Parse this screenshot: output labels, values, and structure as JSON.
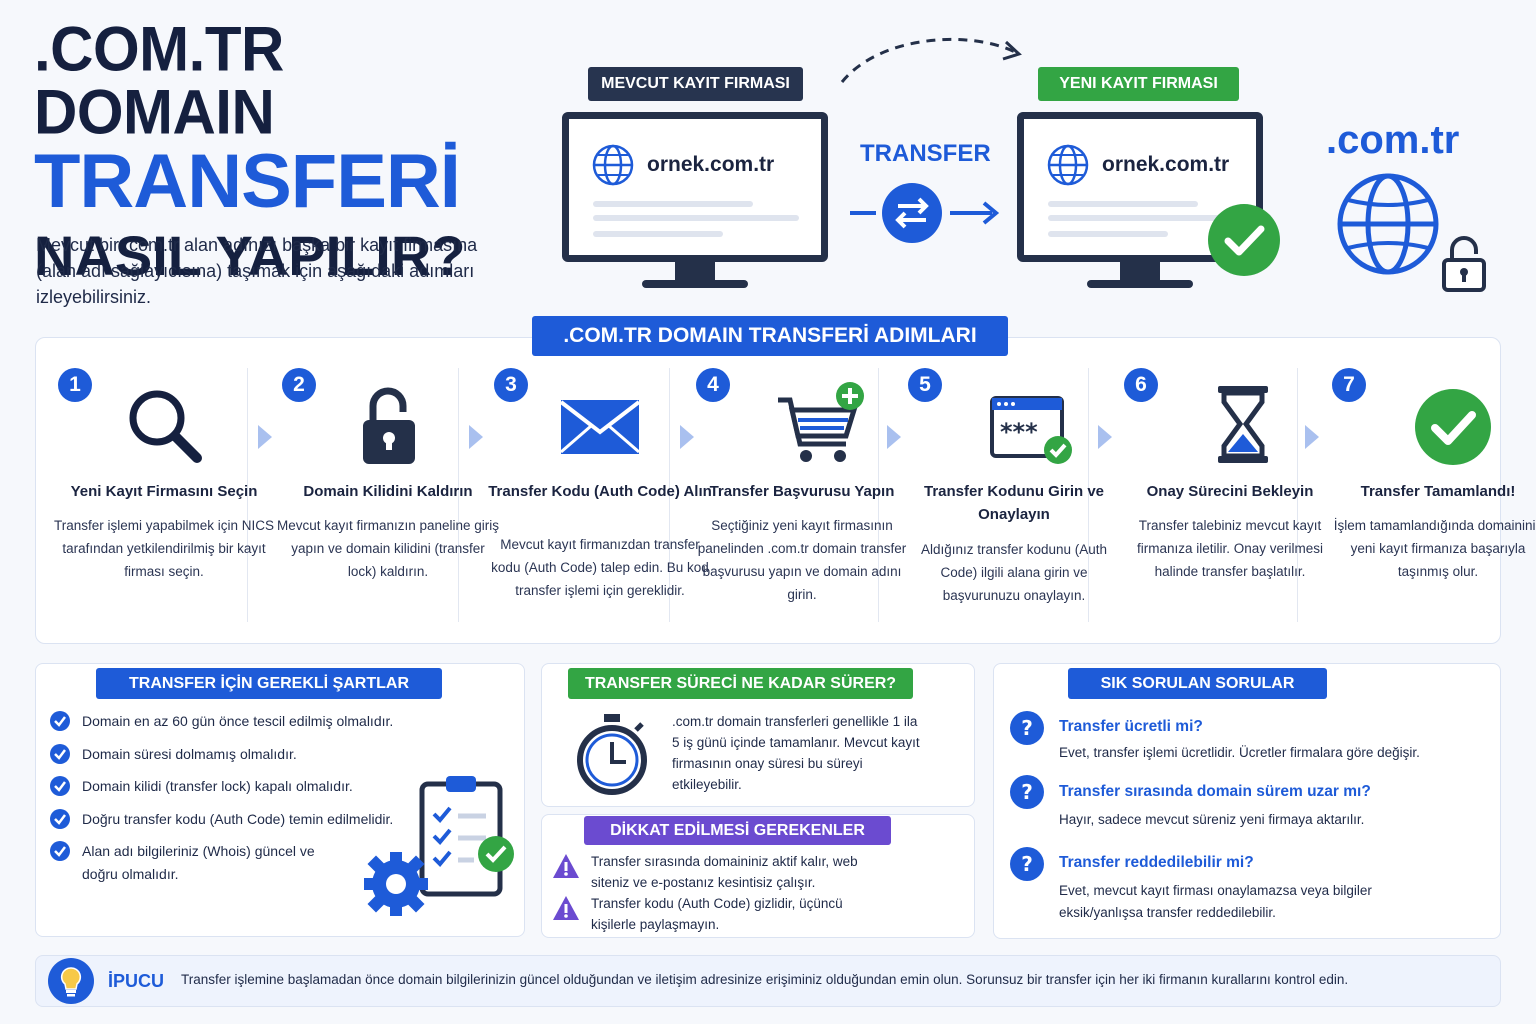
{
  "hero": {
    "line1": ".COM.TR DOMAIN",
    "line2": "TRANSFERİ",
    "line3": "NASIL YAPILIR?",
    "description": "Mevcut bir .com.tr alan adınızı başka bir kayıt firmasına (alan adı sağlayıcısına) taşımak için aşağıdaki adımları izleyebilirsiniz."
  },
  "illustration": {
    "current_registrar": "MEVCUT KAYIT FIRMASI",
    "new_registrar": "YENI KAYIT FIRMASI",
    "domain": "ornek.com.tr",
    "transfer": "TRANSFER",
    "brand": ".com.tr"
  },
  "steps_title": ".COM.TR DOMAIN TRANSFERİ ADIMLARI",
  "steps": [
    {
      "num": "1",
      "title": "Yeni Kayıt Firmasını Seçin",
      "desc": "Transfer işlemi yapabilmek için NICS tarafından yetkilendirilmiş bir kayıt firması seçin.",
      "icon": "search-icon"
    },
    {
      "num": "2",
      "title": "Domain Kilidini Kaldırın",
      "desc": "Mevcut kayıt firmanızın paneline giriş yapın ve domain kilidini (transfer lock) kaldırın.",
      "icon": "unlock-icon"
    },
    {
      "num": "3",
      "title": "Transfer Kodu (Auth Code) Alın",
      "desc": "Mevcut kayıt firmanızdan transfer kodu (Auth Code) talep edin. Bu kod transfer işlemi için gereklidir.",
      "icon": "envelope-icon"
    },
    {
      "num": "4",
      "title": "Transfer Başvurusu Yapın",
      "desc": "Seçtiğiniz yeni kayıt firmasının panelinden .com.tr domain transfer başvurusu yapın ve domain adını girin.",
      "icon": "cart-add-icon"
    },
    {
      "num": "5",
      "title": "Transfer Kodunu Girin ve Onaylayın",
      "desc": "Aldığınız transfer kodunu (Auth Code) ilgili alana girin ve başvurunuzu onaylayın.",
      "icon": "password-window-icon"
    },
    {
      "num": "6",
      "title": "Onay Sürecini Bekleyin",
      "desc": "Transfer talebiniz mevcut kayıt firmanıza iletilir. Onay verilmesi halinde transfer başlatılır.",
      "icon": "hourglass-icon"
    },
    {
      "num": "7",
      "title": "Transfer Tamamlandı!",
      "desc": "İşlem tamamlandığında domaininiz yeni kayıt firmanıza başarıyla taşınmış olur.",
      "icon": "check-circle-icon"
    }
  ],
  "requirements": {
    "title": "TRANSFER İÇİN GEREKLİ ŞARTLAR",
    "items": [
      "Domain en az 60 gün önce tescil edilmiş olmalıdır.",
      "Domain süresi dolmamış olmalıdır.",
      "Domain kilidi (transfer lock) kapalı olmalıdır.",
      "Doğru transfer kodu (Auth Code) temin edilmelidir.",
      "Alan adı bilgileriniz (Whois) güncel ve doğru olmalıdır."
    ]
  },
  "duration": {
    "title": "TRANSFER SÜRECİ NE KADAR SÜRER?",
    "text": ".com.tr domain transferleri genellikle 1 ila 5 iş günü içinde tamamlanır. Mevcut kayıt firmasının onay süresi bu süreyi etkileyebilir."
  },
  "attention": {
    "title": "DİKKAT EDİLMESİ GEREKENLER",
    "items": [
      "Transfer sırasında domaininiz aktif kalır, web siteniz ve e-postanız kesintisiz çalışır.",
      "Transfer kodu (Auth Code) gizlidir, üçüncü kişilerle paylaşmayın."
    ]
  },
  "faq": {
    "title": "SIK SORULAN SORULAR",
    "items": [
      {
        "q": "Transfer ücretli mi?",
        "a": "Evet, transfer işlemi ücretlidir. Ücretler firmalara göre değişir."
      },
      {
        "q": "Transfer sırasında domain sürem uzar mı?",
        "a": "Hayır, sadece mevcut süreniz yeni firmaya aktarılır."
      },
      {
        "q": "Transfer reddedilebilir mi?",
        "a": "Evet, mevcut kayıt firması onaylamazsa veya bilgiler eksik/yanlışsa transfer reddedilebilir."
      }
    ]
  },
  "tip": {
    "label": "İPUCU",
    "text": "Transfer işlemine başlamadan önce domain bilgilerinizin güncel olduğundan ve iletişim adresinize erişiminiz olduğundan emin olun. Sorunsuz bir transfer için her iki firmanın kurallarını kontrol edin."
  },
  "colors": {
    "primary": "#1e5bd8",
    "dark": "#27344f",
    "green": "#33a544",
    "purple": "#6b4bd0"
  }
}
